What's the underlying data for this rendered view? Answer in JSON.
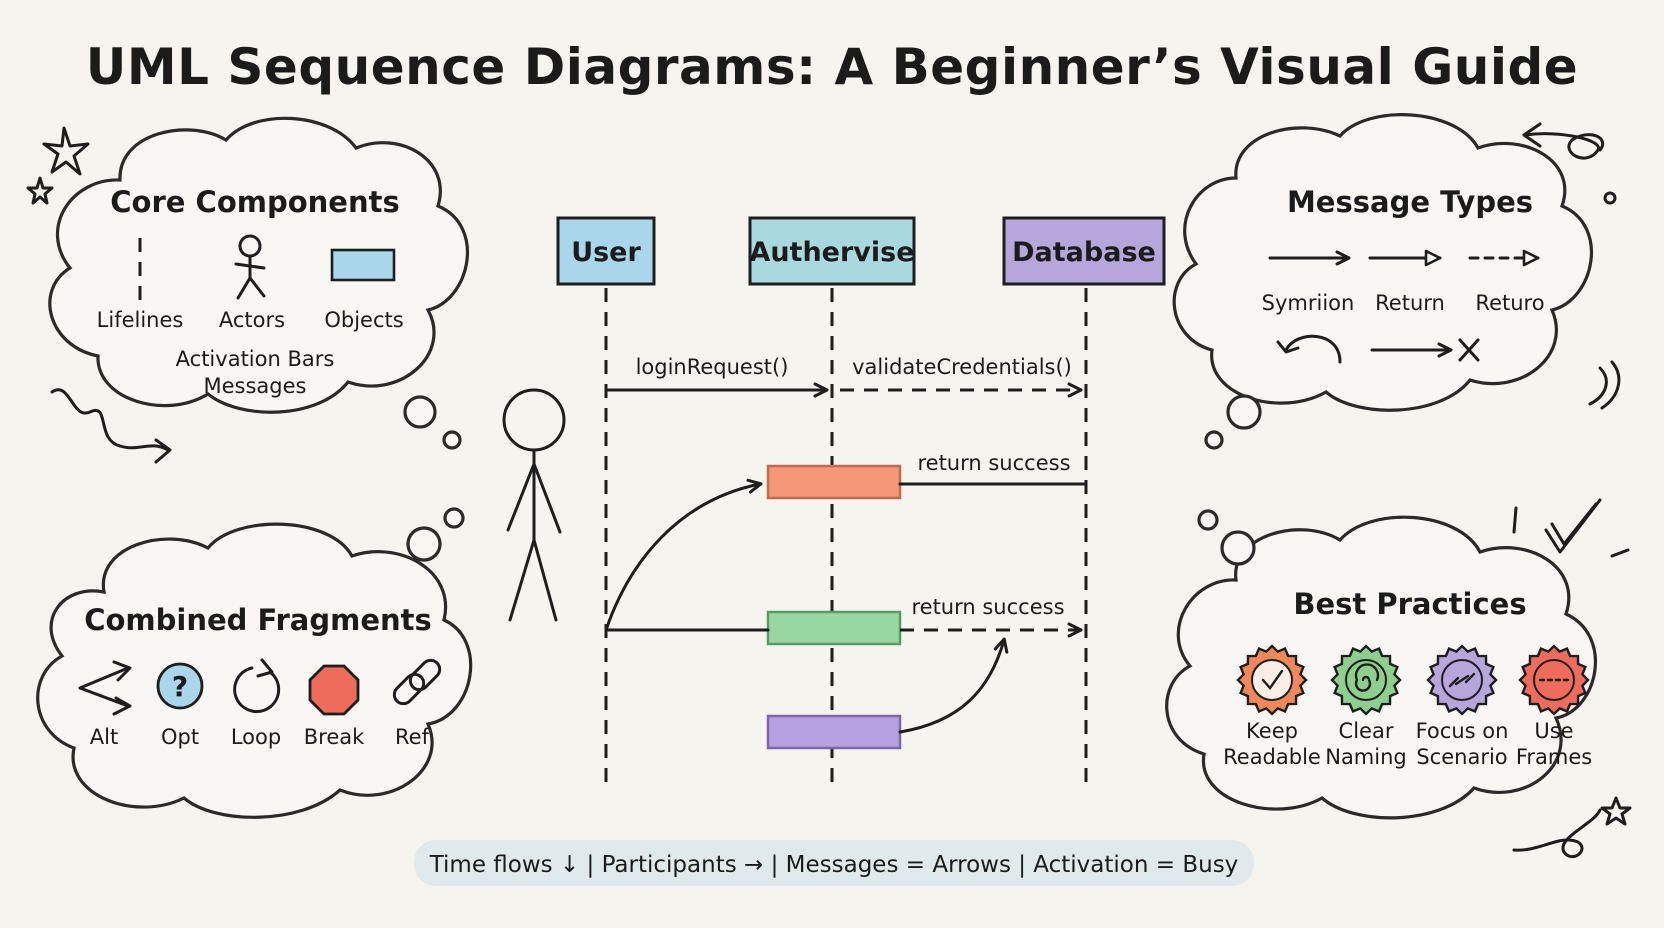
{
  "title": "UML Sequence Diagrams: A Beginner’s Visual Guide",
  "core_components": {
    "title": "Core Components",
    "items": [
      "Lifelines",
      "Actors",
      "Objects"
    ],
    "line2": "Activation Bars",
    "line3": "Messages"
  },
  "combined_fragments": {
    "title": "Combined Fragments",
    "items": [
      "Alt",
      "Opt",
      "Loop",
      "Break",
      "Ref"
    ]
  },
  "message_types": {
    "title": "Message Types",
    "items": [
      "Symriion",
      "Return",
      "Returo"
    ]
  },
  "best_practices": {
    "title": "Best Practices",
    "items": [
      {
        "line1": "Keep",
        "line2": "Readable",
        "color": "#f0885a",
        "icon": "checkmark-badge-icon"
      },
      {
        "line1": "Clear",
        "line2": "Naming",
        "color": "#8fcf8e",
        "icon": "spiral-badge-icon"
      },
      {
        "line1": "Focus on",
        "line2": "Scenario",
        "color": "#b7a6dc",
        "icon": "link-badge-icon"
      },
      {
        "line1": "Use",
        "line2": "Frames",
        "color": "#ee6c5c",
        "icon": "frame-badge-icon"
      }
    ]
  },
  "participants": [
    {
      "name": "User",
      "color": "#a9d6ea"
    },
    {
      "name": "Authervise",
      "color": "#a9d9df"
    },
    {
      "name": "Database",
      "color": "#b7a6dc"
    }
  ],
  "messages": {
    "login": "loginRequest()",
    "validate": "validateCredentials()",
    "return1": "return success",
    "return2": "return success"
  },
  "activation_colors": [
    "#f59878",
    "#98d7a0",
    "#b7a0e0"
  ],
  "footer": "Time flows ↓ | Participants → | Messages = Arrows | Activation = Busy"
}
